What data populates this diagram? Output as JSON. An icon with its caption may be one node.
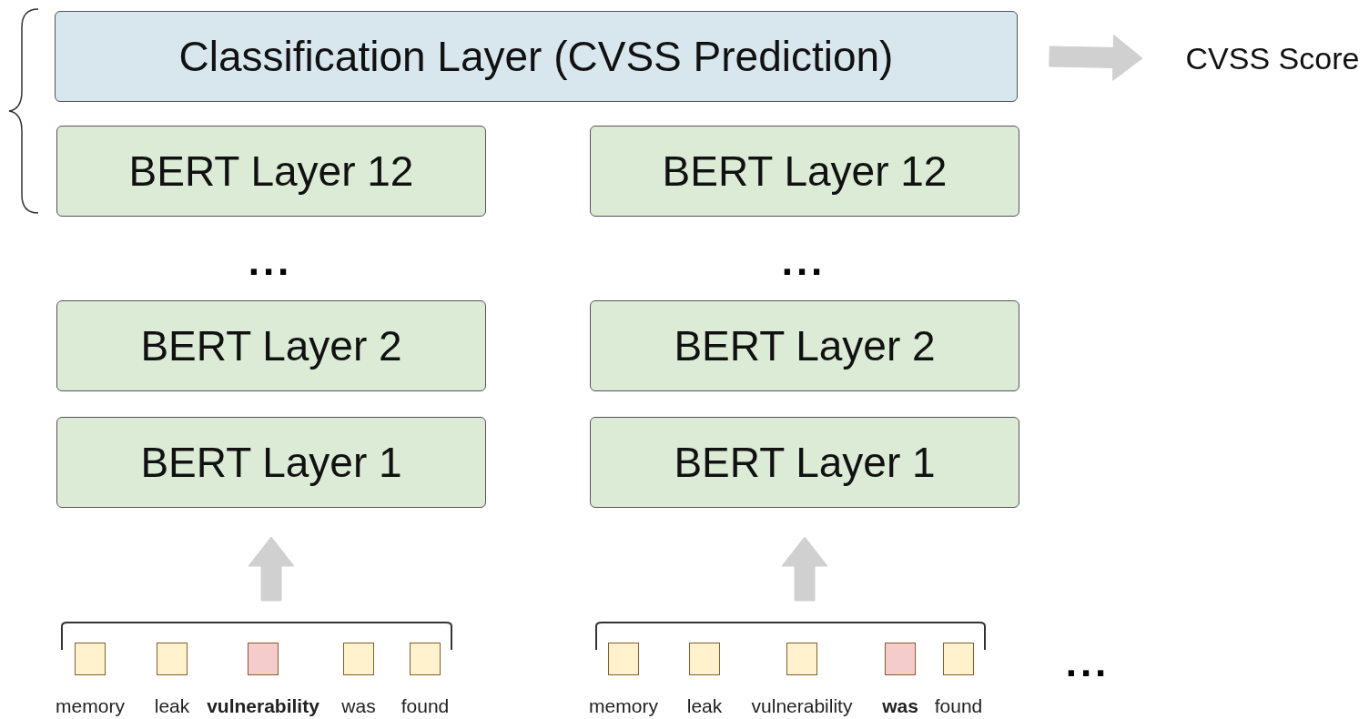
{
  "diagram": {
    "nodes": [
      {
        "text": [
          "Classification Layer (CVSS Prediction)"
        ]
      },
      {
        "text": [
          "BERT Layer 12"
        ]
      },
      {
        "text": [
          "BERT Layer 12"
        ]
      },
      {
        "text": [
          "BERT Layer 2"
        ]
      },
      {
        "text": [
          "BERT Layer 2"
        ]
      },
      {
        "text": [
          "BERT Layer 1"
        ]
      },
      {
        "text": [
          "BERT Layer 1"
        ]
      },
      {
        "text": [
          "CVSS Score"
        ]
      },
      {
        "text": [],
        "shape": "box",
        "beside": [
          "memory"
        ]
      },
      {
        "text": [],
        "shape": "box",
        "beside": [
          "leak"
        ]
      },
      {
        "text": [],
        "shape": "box",
        "beside": [
          "vulnerability"
        ]
      },
      {
        "text": [],
        "shape": "box",
        "beside": [
          "was"
        ]
      },
      {
        "text": [],
        "shape": "box",
        "beside": [
          "found"
        ]
      },
      {
        "text": [],
        "shape": "box",
        "beside": [
          "memory"
        ]
      },
      {
        "text": [],
        "shape": "box",
        "beside": [
          "leak"
        ]
      },
      {
        "text": [],
        "shape": "box",
        "beside": [
          "vulnerability"
        ]
      },
      {
        "text": [],
        "shape": "box",
        "beside": [
          "was"
        ]
      },
      {
        "text": [],
        "shape": "box",
        "beside": [
          "found"
        ]
      }
    ],
    "edges": [
      {
        "from": 0,
        "to": 7,
        "arrow": "to",
        "style": "thick"
      },
      {
        "from": null,
        "to": 5,
        "arrow": "to",
        "style": "thick"
      },
      {
        "from": null,
        "to": 6,
        "arrow": "to",
        "style": "thick"
      }
    ],
    "labels": [
      "...",
      "...",
      "..."
    ]
  }
}
